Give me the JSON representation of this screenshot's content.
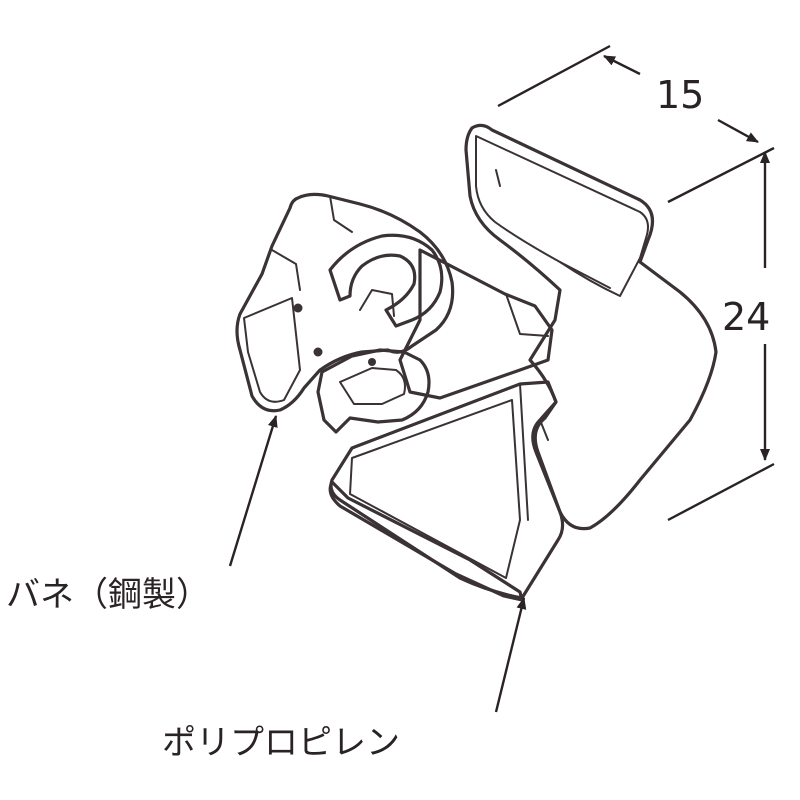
{
  "diagram": {
    "dimensions": {
      "width_label": "15",
      "height_label": "24"
    },
    "callouts": {
      "spring": "バネ（鋼製）",
      "body": "ポリプロピレン"
    },
    "colors": {
      "body_fill": "#c6c7cb",
      "shadow_fill": "#a9aaaf",
      "highlight_fill": "#d9dadd",
      "outline": "#3a3234",
      "text": "#2a2326"
    }
  }
}
